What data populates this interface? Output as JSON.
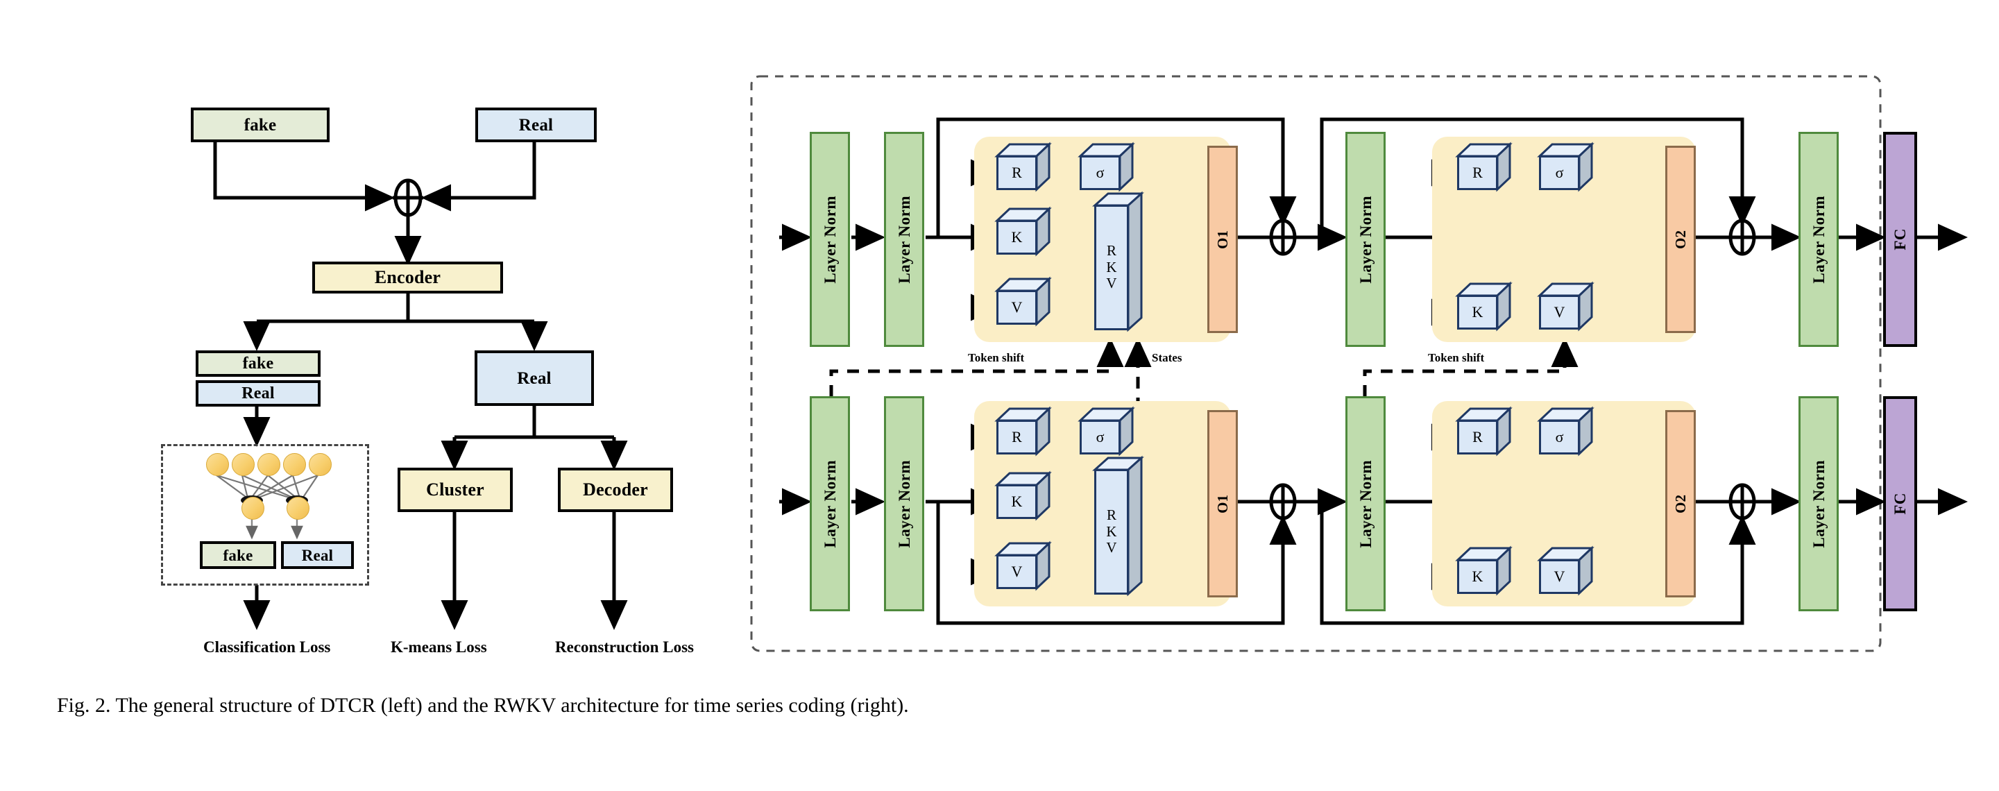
{
  "figure": {
    "caption": "Fig. 2.  The general structure of DTCR (left) and the RWKV architecture for time series coding (right)."
  },
  "colors": {
    "green_fill": "#e4ecd7",
    "blue_fill": "#dce9f5",
    "yellow_fill": "#f8f1cd",
    "layernorm_fill": "#bfdcad",
    "layernorm_border": "#4f8a3d",
    "output_fill": "#f8caa4",
    "output_border": "#8b6b4b",
    "fc_fill": "#bca5d4",
    "panel_fill": "#fbeec6",
    "cube_front": "#dbe8f7",
    "cube_outline": "#1f3864",
    "node_fill": "#f8cf6d",
    "stroke": "#000000"
  },
  "left_diagram": {
    "title": "DTCR general structure",
    "inputs": [
      {
        "label": "fake",
        "style": "green"
      },
      {
        "label": "Real",
        "style": "blue"
      }
    ],
    "combine_operator": "plus-circle",
    "encoder": {
      "label": "Encoder",
      "style": "yellow"
    },
    "encoder_outputs": [
      {
        "label": "fake",
        "style": "green"
      },
      {
        "label": "Real",
        "style": "blue"
      },
      {
        "label": "Real",
        "style": "blue"
      }
    ],
    "classifier": {
      "input_nodes": 5,
      "output_nodes": 2,
      "class_boxes": [
        {
          "label": "fake",
          "style": "green"
        },
        {
          "label": "Real",
          "style": "blue"
        }
      ]
    },
    "branches": [
      {
        "label": "Cluster",
        "style": "yellow"
      },
      {
        "label": "Decoder",
        "style": "yellow"
      }
    ],
    "losses": [
      {
        "label": "Classification Loss"
      },
      {
        "label": "K-means Loss"
      },
      {
        "label": "Reconstruction Loss"
      }
    ]
  },
  "right_diagram": {
    "title": "RWKV architecture for time series coding",
    "layer_norm_label": "Layer Norm",
    "fc_label": "FC",
    "token_shift_label": "Token shift",
    "states_label": "States",
    "time_mix_output_label": "O1",
    "channel_mix_output_label": "O2",
    "time_mix_cubes": [
      {
        "label": "R"
      },
      {
        "label": "σ"
      },
      {
        "label": "K"
      },
      {
        "label": "V"
      }
    ],
    "wkv_block_label": [
      "R",
      "K",
      "V"
    ],
    "channel_mix_cubes": [
      {
        "label": "R"
      },
      {
        "label": "σ"
      },
      {
        "label": "K"
      },
      {
        "label": "V"
      }
    ],
    "multiply_operator": "times-circle",
    "add_operator": "plus-circle",
    "rows": [
      {
        "name": "upper-stream"
      },
      {
        "name": "lower-stream"
      }
    ]
  }
}
